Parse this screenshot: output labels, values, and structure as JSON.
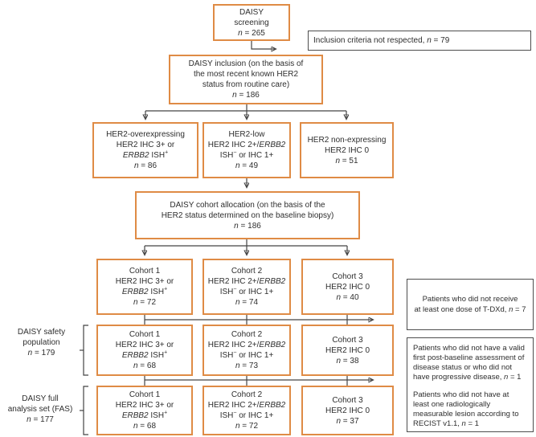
{
  "colors": {
    "box_border": "#df8b45",
    "note_border": "#4d4d4d",
    "connector": "#444444",
    "text": "#2e2e2e"
  },
  "flow": {
    "screening": {
      "lines": [
        "DAISY",
        "screening",
        "*n* = 265"
      ]
    },
    "inclusion": {
      "lines": [
        "DAISY inclusion (on the basis of",
        "the most recent known HER2",
        "status from routine care)",
        "*n* = 186"
      ]
    },
    "status_row": [
      {
        "lines": [
          "HER2-overexpressing",
          "HER2 IHC 3+ or",
          "*ERBB2* ISH^+^",
          "*n* = 86"
        ]
      },
      {
        "lines": [
          "HER2-low",
          "HER2 IHC 2+/*ERBB2*",
          "ISH^−^ or IHC 1+",
          "*n* = 49"
        ]
      },
      {
        "lines": [
          "HER2 non-expressing",
          "HER2 IHC 0",
          "*n* = 51"
        ]
      }
    ],
    "allocation": {
      "lines": [
        "DAISY cohort allocation (on the basis of the",
        "HER2 status determined on the baseline biopsy)",
        "*n* = 186"
      ]
    },
    "cohort_row": [
      {
        "lines": [
          "Cohort 1",
          "HER2 IHC 3+ or",
          "*ERBB2* ISH^+^",
          "*n* = 72"
        ]
      },
      {
        "lines": [
          "Cohort 2",
          "HER2 IHC 2+/*ERBB2*",
          "ISH^−^ or IHC 1+",
          "*n* = 74"
        ]
      },
      {
        "lines": [
          "Cohort 3",
          "HER2 IHC 0",
          "*n* = 40"
        ]
      }
    ],
    "safety_row": [
      {
        "lines": [
          "Cohort 1",
          "HER2 IHC 3+ or",
          "*ERBB2* ISH^+^",
          "*n* = 68"
        ]
      },
      {
        "lines": [
          "Cohort 2",
          "HER2 IHC 2+/*ERBB2*",
          "ISH^−^ or IHC 1+",
          "*n* = 73"
        ]
      },
      {
        "lines": [
          "Cohort 3",
          "HER2 IHC 0",
          "*n* = 38"
        ]
      }
    ],
    "fas_row": [
      {
        "lines": [
          "Cohort 1",
          "HER2 IHC 3+ or",
          "*ERBB2* ISH^+^",
          "*n* = 68"
        ]
      },
      {
        "lines": [
          "Cohort 2",
          "HER2 IHC 2+/*ERBB2*",
          "ISH^−^ or IHC 1+",
          "*n* = 72"
        ]
      },
      {
        "lines": [
          "Cohort 3",
          "HER2 IHC 0",
          "*n* = 37"
        ]
      }
    ]
  },
  "side_labels": {
    "safety": {
      "lines": [
        "DAISY safety",
        "population",
        "*n* = 179"
      ]
    },
    "fas": {
      "lines": [
        "DAISY full",
        "analysis set (FAS)",
        "*n* = 177"
      ]
    }
  },
  "notes": {
    "inclusion_criteria": {
      "text": "Inclusion criteria not respected, *n* = 79"
    },
    "no_dose": {
      "lines": [
        "Patients who did not receive",
        "at least one dose of T-DXd, *n* = 7"
      ]
    },
    "exclusions": {
      "paragraphs": [
        "Patients who did not have a valid first post-baseline assessment of disease status or who did not have progressive disease, *n* = 1",
        "Patients who did not have at least one radiologically measurable lesion according to RECIST v1.1, *n* = 1"
      ]
    }
  }
}
